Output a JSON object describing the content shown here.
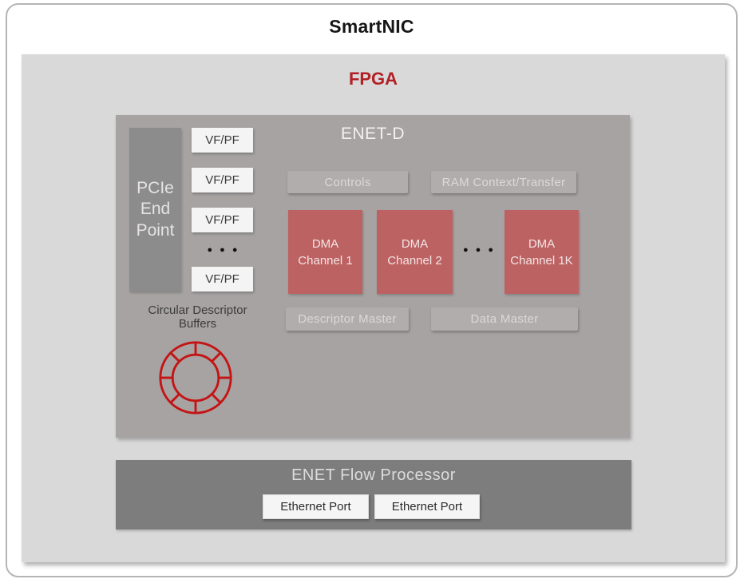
{
  "window": {
    "title": "SmartNIC"
  },
  "fpga": {
    "label": "FPGA"
  },
  "enetd": {
    "label": "ENET-D",
    "pcie_label": "PCIe End Point",
    "vfpf": [
      "VF/PF",
      "VF/PF",
      "VF/PF",
      "VF/PF"
    ],
    "vfpf_ellipsis": "●●●",
    "controls_label": "Controls",
    "ram_label": "RAM Context/Transfer",
    "dma": [
      {
        "top": "DMA",
        "bottom": "Channel 1"
      },
      {
        "top": "DMA",
        "bottom": "Channel 2"
      },
      {
        "top": "DMA",
        "bottom": "Channel 1K"
      }
    ],
    "dma_ellipsis": "●●●",
    "descriptor_master_label": "Descriptor Master",
    "data_master_label": "Data Master",
    "circular_buffers_label": "Circular Descriptor Buffers"
  },
  "flow_processor": {
    "label": "ENET Flow Processor",
    "ports": [
      "Ethernet Port",
      "Ethernet Port"
    ]
  },
  "colors": {
    "fpga_title_red": "#b22025",
    "dma_red": "#bd6263",
    "donut_red": "#c41414",
    "fpga_bg": "#d9d9d9",
    "enetd_bg": "#a7a3a3",
    "pcie_bg": "#8c8c8c",
    "flow_bg": "#7d7d7d"
  }
}
